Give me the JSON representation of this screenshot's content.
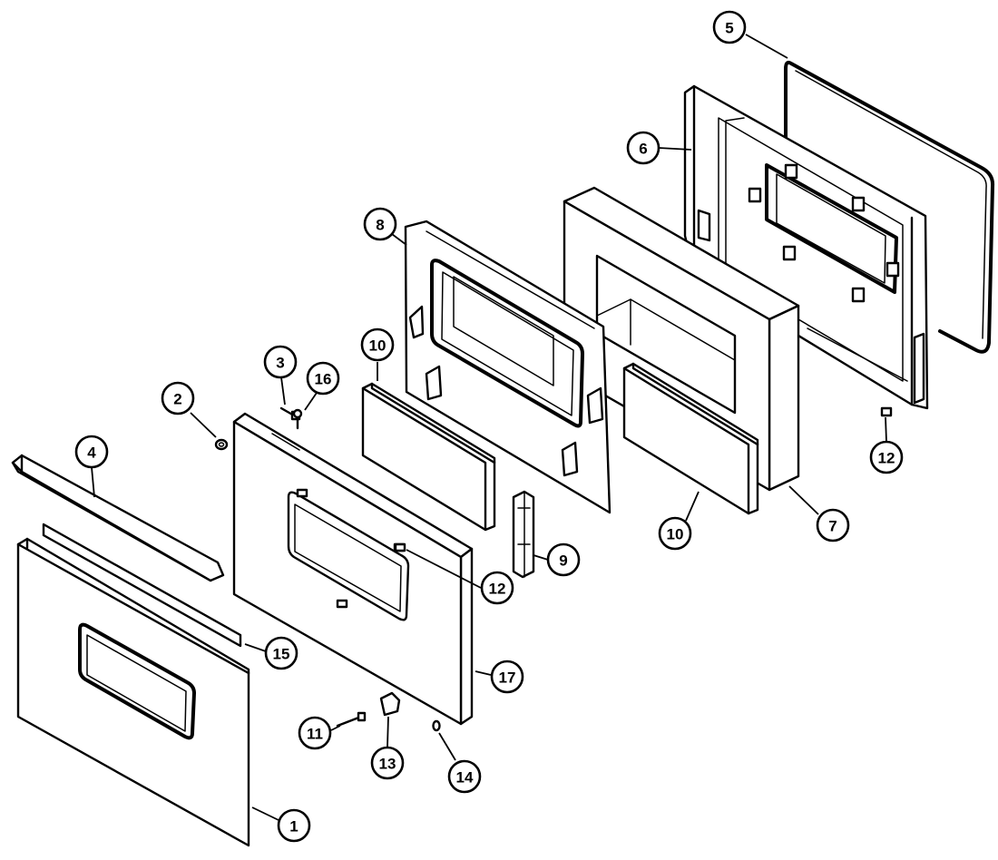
{
  "diagram": {
    "callouts": [
      {
        "id": "c5",
        "label": "5"
      },
      {
        "id": "c6",
        "label": "6"
      },
      {
        "id": "c8",
        "label": "8"
      },
      {
        "id": "c3",
        "label": "3"
      },
      {
        "id": "c16",
        "label": "16"
      },
      {
        "id": "c10a",
        "label": "10"
      },
      {
        "id": "c2",
        "label": "2"
      },
      {
        "id": "c4",
        "label": "4"
      },
      {
        "id": "c12a",
        "label": "12"
      },
      {
        "id": "c9",
        "label": "9"
      },
      {
        "id": "c12b",
        "label": "12"
      },
      {
        "id": "c10b",
        "label": "10"
      },
      {
        "id": "c7",
        "label": "7"
      },
      {
        "id": "c15",
        "label": "15"
      },
      {
        "id": "c17",
        "label": "17"
      },
      {
        "id": "c11",
        "label": "11"
      },
      {
        "id": "c13",
        "label": "13"
      },
      {
        "id": "c14",
        "label": "14"
      },
      {
        "id": "c1",
        "label": "1"
      }
    ]
  }
}
